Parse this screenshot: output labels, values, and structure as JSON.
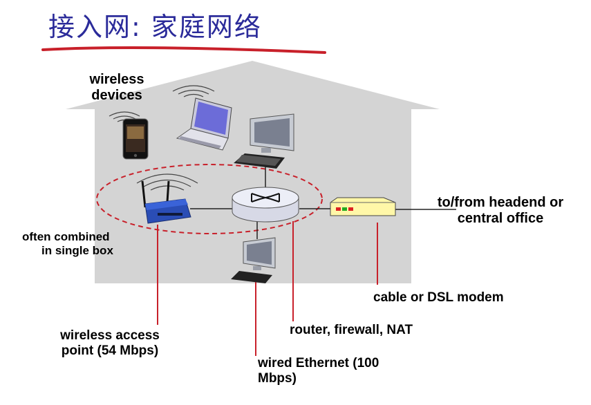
{
  "title": "接入网: 家庭网络",
  "labels": {
    "wireless_devices": [
      "wireless",
      "devices"
    ],
    "often_combined": [
      "often combined",
      "in single box"
    ],
    "wireless_ap": [
      "wireless access",
      "point (54 Mbps)"
    ],
    "router": "router, firewall, NAT",
    "wired_ethernet": [
      "wired Ethernet (100",
      "Mbps)"
    ],
    "modem": "cable or DSL modem",
    "headend": [
      "to/from headend or",
      "central office"
    ]
  },
  "colors": {
    "title": "#2b2b9a",
    "underline": "#c8202a",
    "house": "#d4d4d4",
    "callout": "#c8202a",
    "modem": "#fff7a8"
  }
}
